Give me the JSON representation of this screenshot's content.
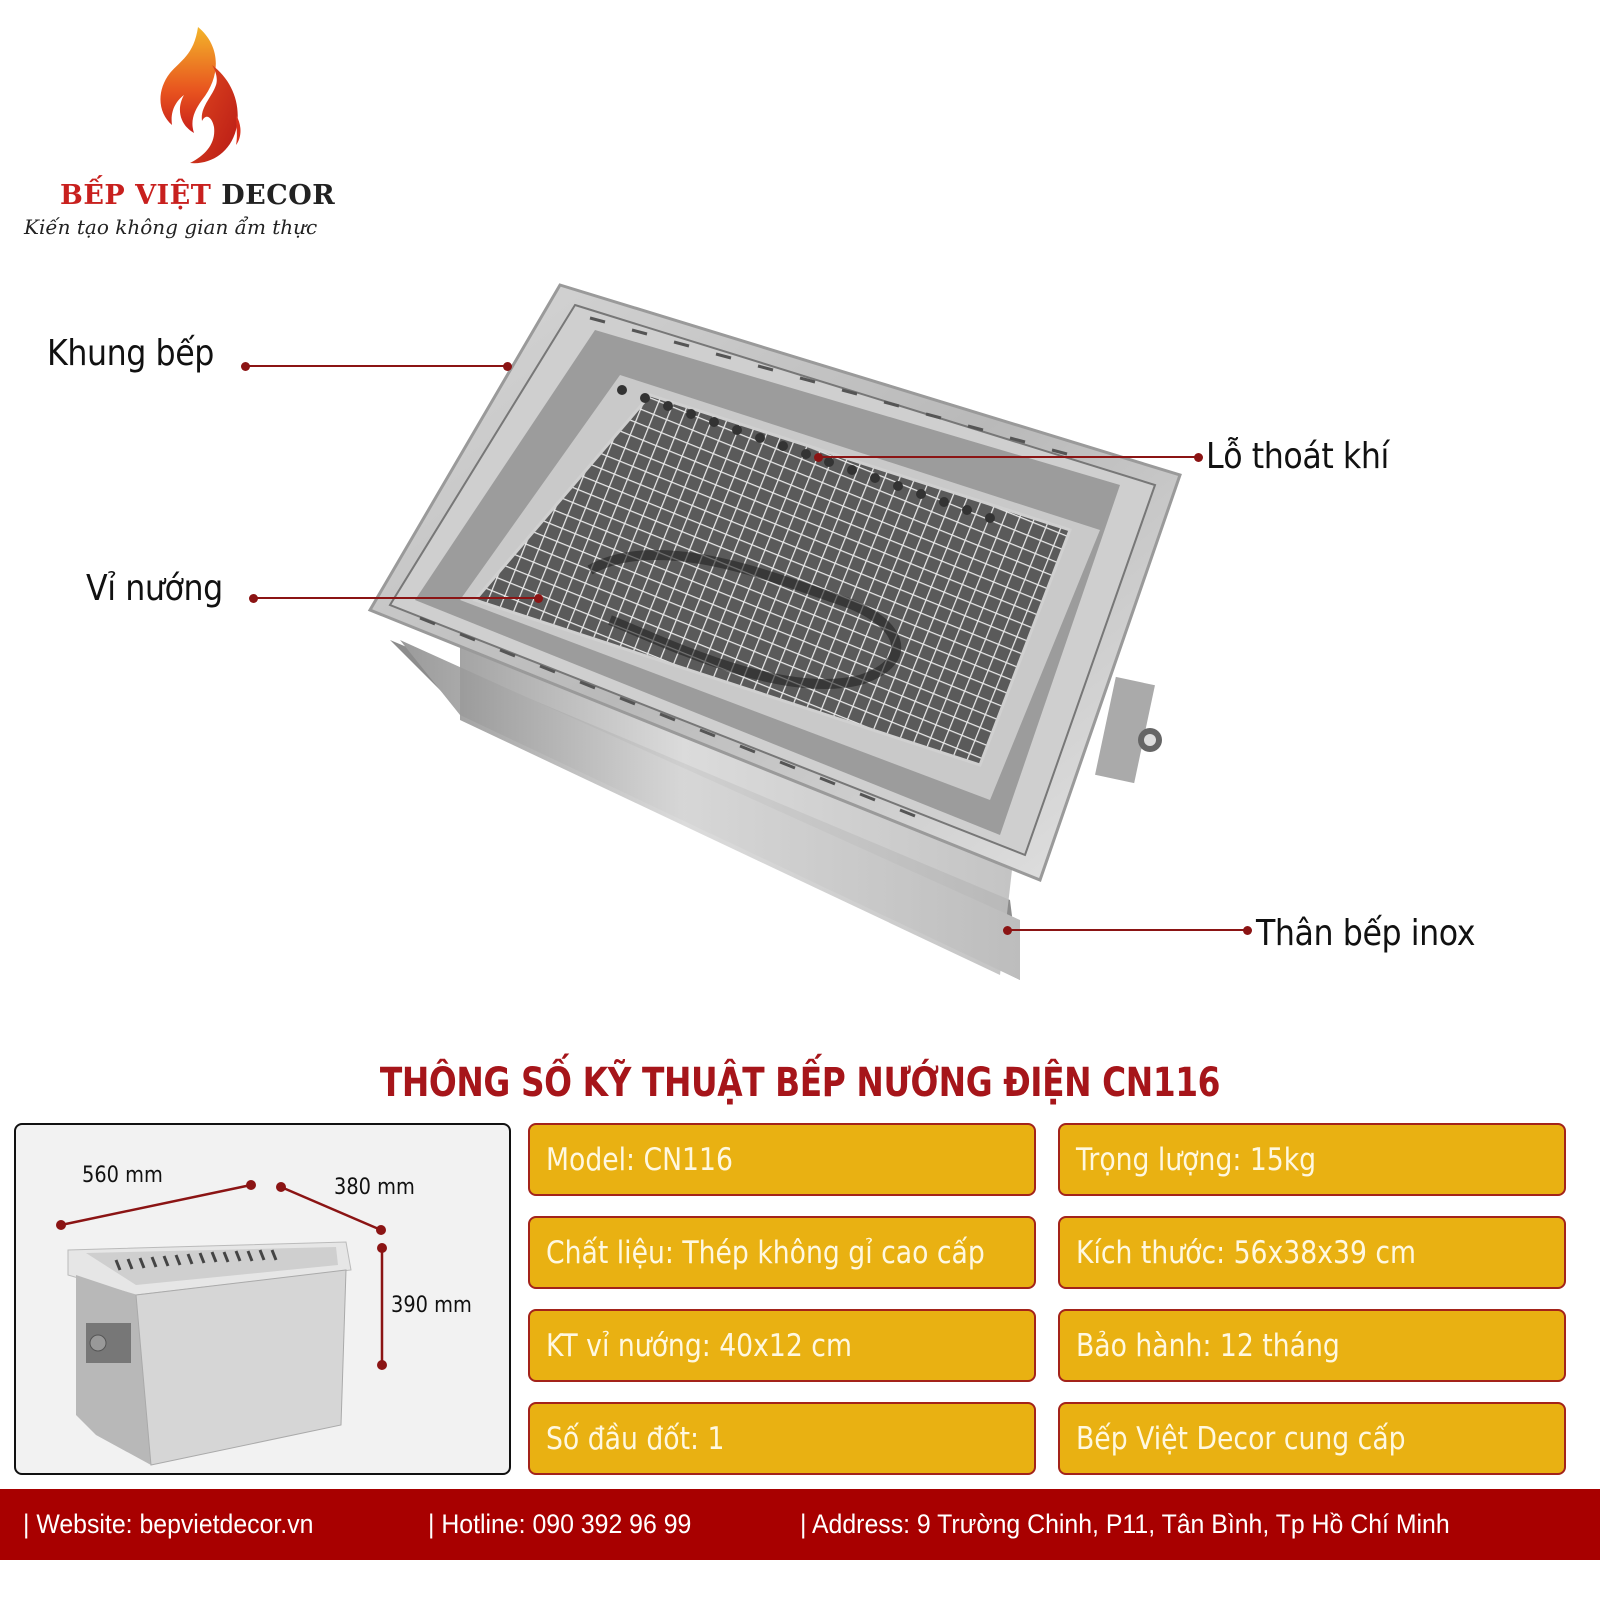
{
  "brand": {
    "name_part1": "BẾP VIỆT",
    "name_part2": "DECOR",
    "tagline": "Kiến tạo không gian ẩm thực",
    "colors": {
      "flame_red": "#d42a1e",
      "flame_orange": "#f08a24",
      "flame_yellow": "#f2b52a"
    }
  },
  "callouts": [
    {
      "id": "frame",
      "label": "Khung bếp"
    },
    {
      "id": "vent",
      "label": "Lỗ thoát khí"
    },
    {
      "id": "grill",
      "label": "Vỉ nướng"
    },
    {
      "id": "body",
      "label": "Thân bếp inox"
    }
  ],
  "spec_section": {
    "title": "THÔNG SỐ KỸ THUẬT BẾP NƯỚNG ĐIỆN CN116",
    "dimensions": {
      "width": "560 mm",
      "depth": "380 mm",
      "height": "390 mm"
    },
    "left_column": [
      "Model: CN116",
      "Chất liệu: Thép không gỉ cao cấp",
      "KT vỉ nướng: 40x12 cm",
      "Số đầu đốt: 1"
    ],
    "right_column": [
      "Trọng lượng: 15kg",
      "Kích thước: 56x38x39 cm",
      "Bảo hành: 12 tháng",
      "Bếp Việt Decor cung cấp"
    ]
  },
  "footer": {
    "website": "| Website: bepvietdecor.vn",
    "hotline": "| Hotline: 090 392 96 99",
    "address": "| Address: 9 Trường Chinh, P11, Tân Bình, Tp Hồ Chí Minh"
  },
  "colors": {
    "accent_red": "#a6151a",
    "box_yellow": "#e9b112",
    "footer_red": "#a80000"
  }
}
